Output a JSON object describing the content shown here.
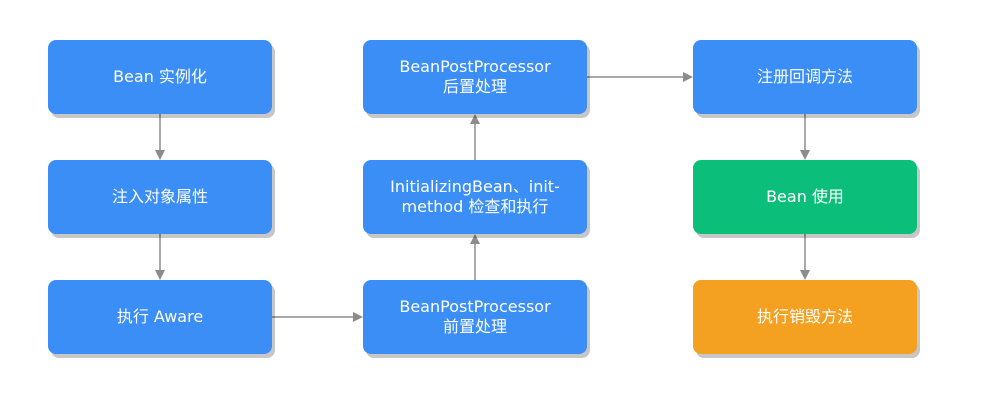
{
  "nodes": {
    "bean_instantiation": "Bean 实例化",
    "inject_properties": "注入对象属性",
    "execute_aware": "执行 Aware",
    "post_processor_before": "BeanPostProcessor\n前置处理",
    "initializing_bean_check": "InitializingBean、init-\nmethod 检查和执行",
    "post_processor_after": "BeanPostProcessor\n后置处理",
    "register_callback": "注册回调方法",
    "bean_in_use": "Bean 使用",
    "execute_destroy": "执行销毁方法"
  },
  "colors": {
    "primary_node": "#3a8ef6",
    "use_node": "#0bbf7a",
    "destroy_node": "#f4a122",
    "arrow": "#8c8c8c"
  }
}
